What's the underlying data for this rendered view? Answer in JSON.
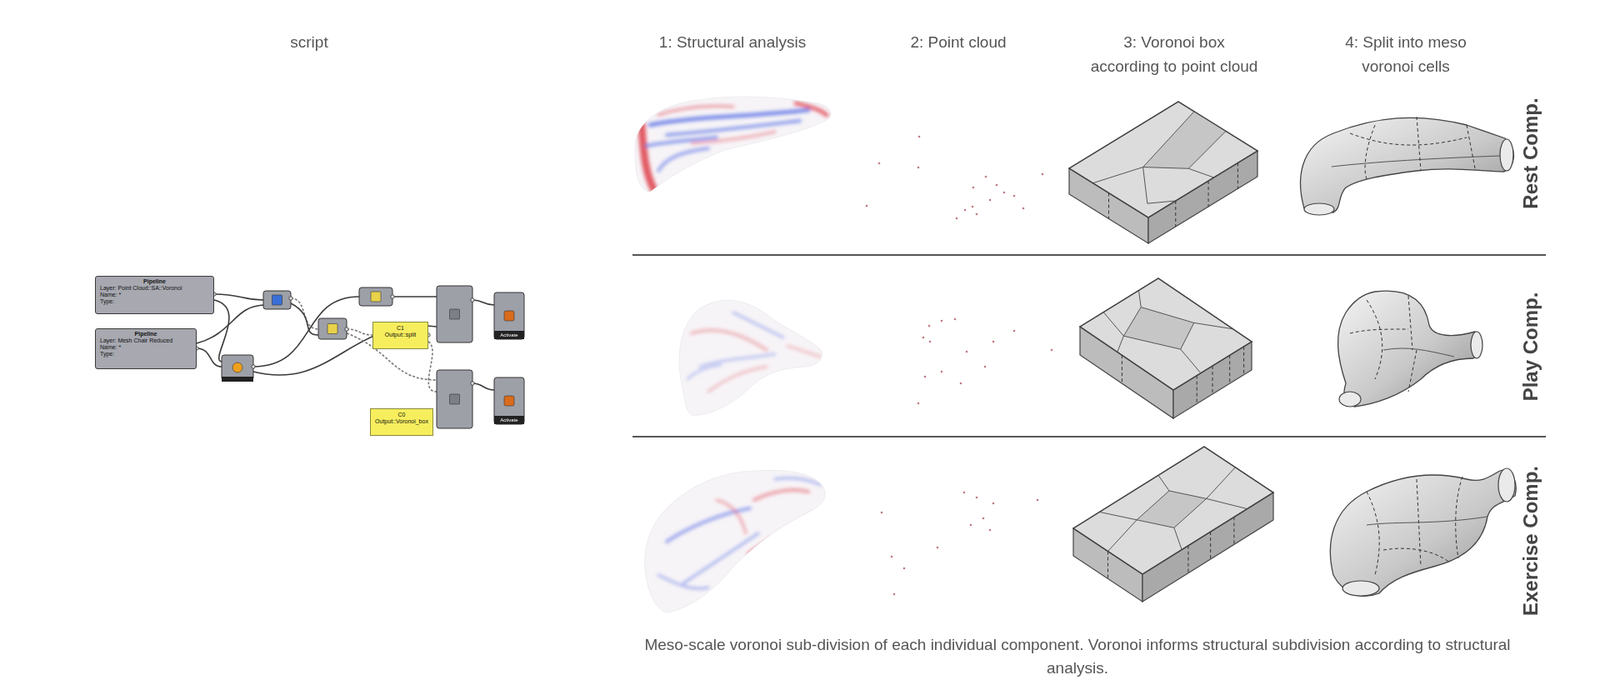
{
  "diagram": {
    "caption": "Meso-scale voronoi sub-division of each individual component. Voronoi informs structural subdivision according to structural analysis.",
    "nodes": [
      {
        "text": [
          "Pipeline",
          "Layer: Point Cloud::SA::Voronoi",
          "Name: *",
          "Type:"
        ]
      },
      {
        "text": [
          "Pipeline",
          "Layer: Mesh Chair Reduced",
          "Name: *",
          "Type:"
        ]
      },
      {
        "text": [
          "C1",
          "Output::split"
        ]
      },
      {
        "text": [
          "C0",
          "Output::Voronoi_box"
        ]
      }
    ],
    "labels": [
      "script",
      "1: Structural analysis",
      "2: Point cloud",
      "3: Voronoi box according to point cloud",
      "4: Split into meso voronoi cells",
      "Rest Comp.",
      "Play Comp.",
      "Exercise Comp.",
      "Activate",
      "Activate"
    ]
  }
}
